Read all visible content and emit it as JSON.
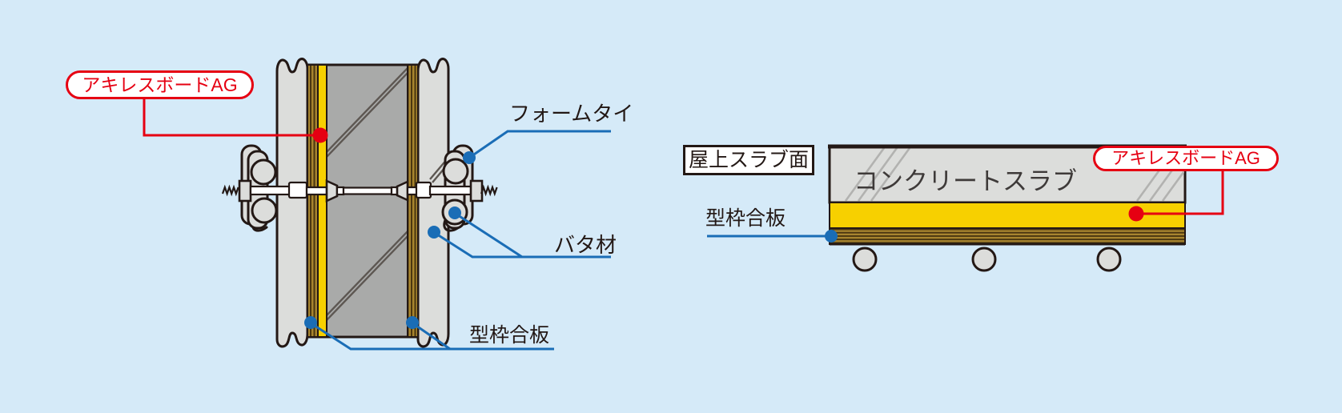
{
  "colors": {
    "bg": "#d5eaf8",
    "outline": "#231815",
    "red": "#e60012",
    "blue": "#1a6db6",
    "yellow": "#f7d000",
    "board_gray": "#dcdddb",
    "concrete_gray": "#a9aaa9",
    "plywood_light": "#a8852f",
    "plywood_dark": "#4a3610",
    "hatch_dark": "#5d5752",
    "hatch_light": "#b2b2b0",
    "text": "#231815",
    "text_gray": "#3e3a39",
    "white": "#ffffff"
  },
  "left_diagram": {
    "achilles_badge": "アキレスボードAG",
    "form_tie_label": "フォームタイ",
    "waler_label": "バタ材",
    "plywood_label": "型枠合板"
  },
  "right_diagram": {
    "rooftop_box": "屋上スラブ面",
    "concrete_label": "コンクリートスラブ",
    "plywood_label": "型枠合板",
    "achilles_badge": "アキレスボードAG"
  }
}
